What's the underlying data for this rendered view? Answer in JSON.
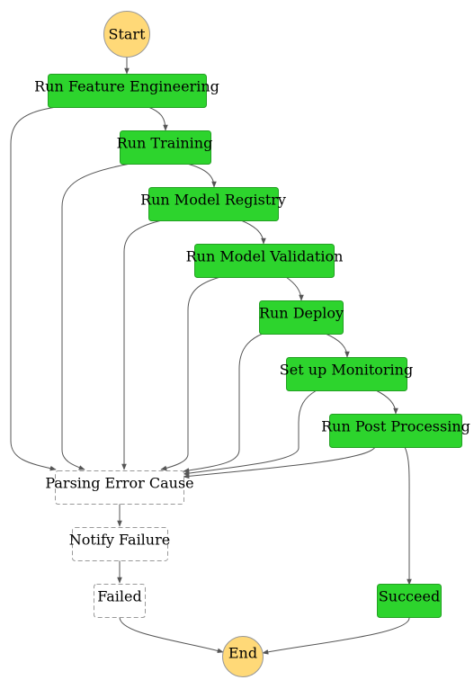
{
  "diagram": {
    "type": "state-machine",
    "colors": {
      "terminal": "#ffd978",
      "success_state": "#2dd42d",
      "error_state_fill": "#ffffff",
      "error_state_border": "#999999",
      "edge": "#555555"
    },
    "nodes": {
      "start": "Start",
      "run_feature_engineering": "Run Feature Engineering",
      "run_training": "Run Training",
      "run_model_registry": "Run Model Registry",
      "run_model_validation": "Run Model Validation",
      "run_deploy": "Run Deploy",
      "set_up_monitoring": "Set up Monitoring",
      "run_post_processing": "Run Post Processing",
      "parsing_error_cause": "Parsing Error Cause",
      "notify_failure": "Notify Failure",
      "failed": "Failed",
      "succeed": "Succeed",
      "end": "End"
    },
    "edges": [
      [
        "start",
        "run_feature_engineering"
      ],
      [
        "run_feature_engineering",
        "run_training"
      ],
      [
        "run_training",
        "run_model_registry"
      ],
      [
        "run_model_registry",
        "run_model_validation"
      ],
      [
        "run_model_validation",
        "run_deploy"
      ],
      [
        "run_deploy",
        "set_up_monitoring"
      ],
      [
        "set_up_monitoring",
        "run_post_processing"
      ],
      [
        "run_post_processing",
        "succeed"
      ],
      [
        "run_feature_engineering",
        "parsing_error_cause"
      ],
      [
        "run_training",
        "parsing_error_cause"
      ],
      [
        "run_model_registry",
        "parsing_error_cause"
      ],
      [
        "run_model_validation",
        "parsing_error_cause"
      ],
      [
        "run_deploy",
        "parsing_error_cause"
      ],
      [
        "set_up_monitoring",
        "parsing_error_cause"
      ],
      [
        "run_post_processing",
        "parsing_error_cause"
      ],
      [
        "parsing_error_cause",
        "notify_failure"
      ],
      [
        "notify_failure",
        "failed"
      ],
      [
        "failed",
        "end"
      ],
      [
        "succeed",
        "end"
      ]
    ]
  }
}
